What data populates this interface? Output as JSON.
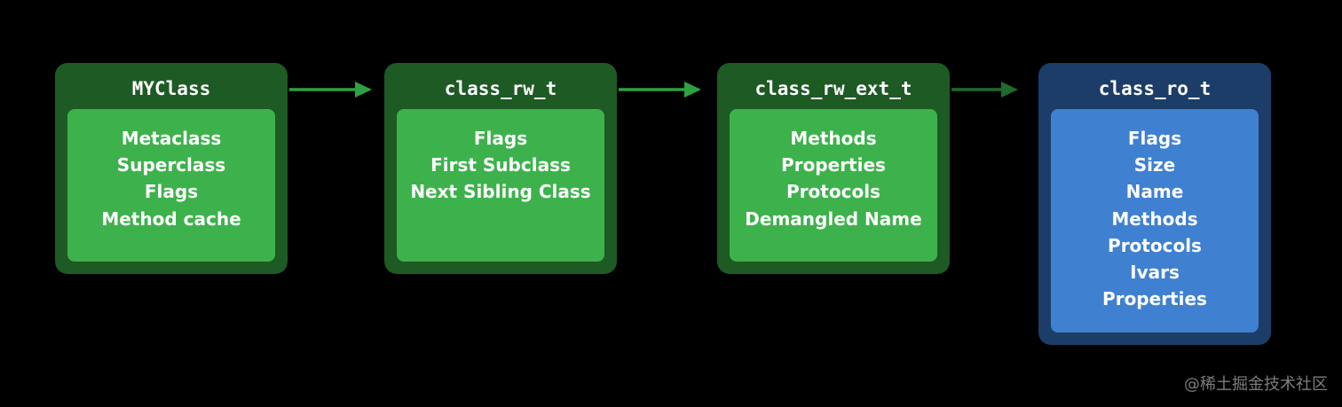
{
  "diagram": {
    "boxes": [
      {
        "title": "MYClass",
        "fields": [
          "Metaclass",
          "Superclass",
          "Flags",
          "Method cache"
        ],
        "color": "#3db24c"
      },
      {
        "title": "class_rw_t",
        "fields": [
          "Flags",
          "First Subclass",
          "Next Sibling Class"
        ],
        "color": "#3db24c"
      },
      {
        "title": "class_rw_ext_t",
        "fields": [
          "Methods",
          "Properties",
          "Protocols",
          "Demangled Name"
        ],
        "color": "#3db24c"
      },
      {
        "title": "class_ro_t",
        "fields": [
          "Flags",
          "Size",
          "Name",
          "Methods",
          "Protocols",
          "Ivars",
          "Properties"
        ],
        "color": "#3f80d0"
      }
    ],
    "arrow_color": "#2ea043",
    "arrow_color_dim": "#1f6a2d"
  },
  "watermark": "@稀土掘金技术社区"
}
